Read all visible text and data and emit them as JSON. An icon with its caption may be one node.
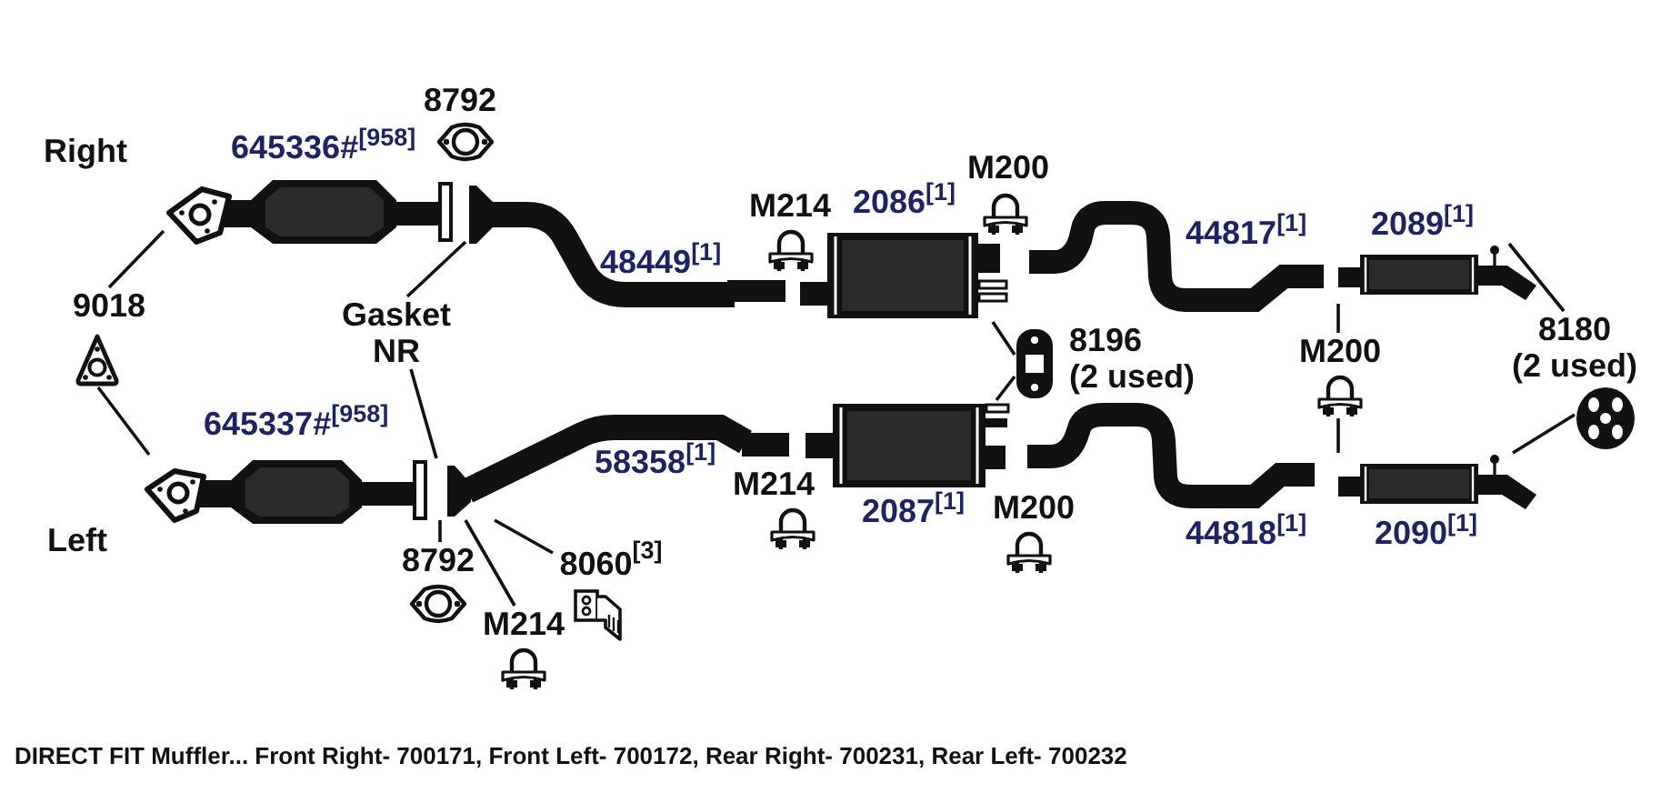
{
  "diagram": {
    "caption": "DIRECT FIT Muffler... Front Right- 700171, Front Left- 700172, Rear Right- 700231, Rear Left- 700232",
    "nodes": [
      {
        "text": [],
        "shape": "picture",
        "beside": [
          "645336#$^{[958]}$"
        ]
      },
      {
        "text": [
          "48449$^{[1]}$"
        ]
      },
      {
        "text": [],
        "shape": "picture",
        "beside": [
          "2086$^{[1]}$"
        ]
      },
      {
        "text": [],
        "shape": "picture",
        "beside": [
          "2089$^{[1]}$"
        ]
      },
      {
        "text": [
          "9018"
        ]
      },
      {
        "text": [],
        "shape": "picture"
      },
      {
        "text": [
          "Gasket NR"
        ]
      },
      {
        "text": [],
        "shape": "picture",
        "beside": [
          "8196",
          "(2 used)"
        ]
      },
      {
        "text": [
          "M200"
        ]
      },
      {
        "text": [],
        "shape": "picture"
      },
      {
        "text": [
          "8180",
          "(2 used)"
        ]
      },
      {
        "text": [],
        "shape": "picture"
      },
      {
        "text": [],
        "shape": "picture",
        "beside": [
          "645337#$^{[958]}$"
        ]
      },
      {
        "text": [
          "58358$^{[1]}$"
        ]
      },
      {
        "text": [],
        "shape": "picture",
        "beside": [
          "2087$^{[1]}$"
        ]
      },
      {
        "text": [],
        "shape": "picture",
        "beside": [
          "2090$^{[1]}$"
        ]
      },
      {
        "text": [
          "8792"
        ]
      },
      {
        "text": [
          "M214"
        ]
      },
      {
        "text": [
          "8060$^{[3]}$"
        ]
      }
    ],
    "edges": [
      {
        "from": 4,
        "to": 0,
        "arrow": "none"
      },
      {
        "from": 5,
        "to": 12,
        "arrow": "none"
      },
      {
        "from": 6,
        "to": 1,
        "arrow": "none"
      },
      {
        "from": 6,
        "to": 13,
        "arrow": "none"
      },
      {
        "from": 7,
        "to": 2,
        "arrow": "none"
      },
      {
        "from": 7,
        "to": 14,
        "arrow": "none"
      },
      {
        "from": 8,
        "to": 3,
        "arrow": "none"
      },
      {
        "from": 9,
        "to": 15,
        "arrow": "none"
      },
      {
        "from": 10,
        "to": 3,
        "arrow": "none"
      },
      {
        "from": 11,
        "to": 15,
        "arrow": "none"
      },
      {
        "from": 16,
        "to": 13,
        "arrow": "none"
      },
      {
        "from": 17,
        "to": 13,
        "arrow": "none"
      },
      {
        "from": 18,
        "to": 13,
        "arrow": "none"
      }
    ],
    "labels": [
      "8792",
      "Right",
      "M200",
      "M214",
      "44817$^{[1]}$",
      "M214",
      "M200",
      "44818$^{[1]}$",
      "Left"
    ]
  }
}
